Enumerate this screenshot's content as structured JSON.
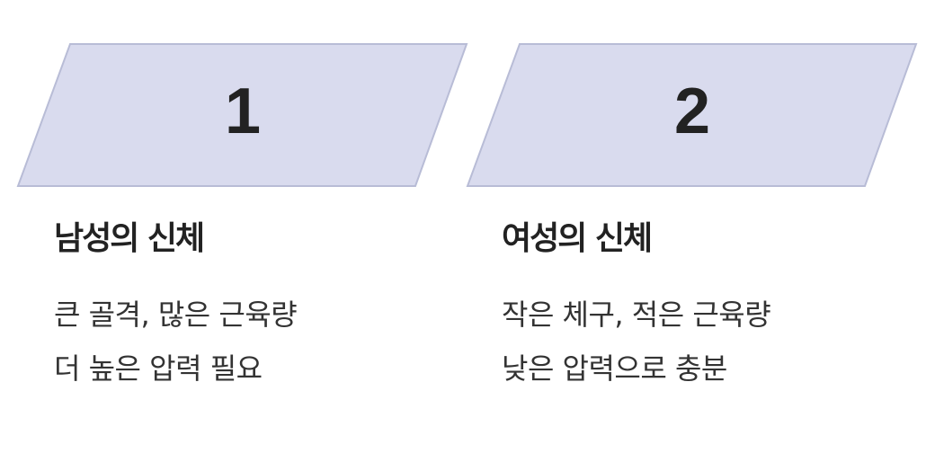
{
  "colors": {
    "shape_fill": "#d9dbee",
    "shape_stroke": "#b8bcd6",
    "text": "#222222"
  },
  "cards": [
    {
      "number": "1",
      "title": "남성의 신체",
      "lines": [
        "큰 골격, 많은 근육량",
        "더 높은 압력 필요"
      ]
    },
    {
      "number": "2",
      "title": "여성의 신체",
      "lines": [
        "작은 체구, 적은 근육량",
        "낮은 압력으로 충분"
      ]
    }
  ]
}
